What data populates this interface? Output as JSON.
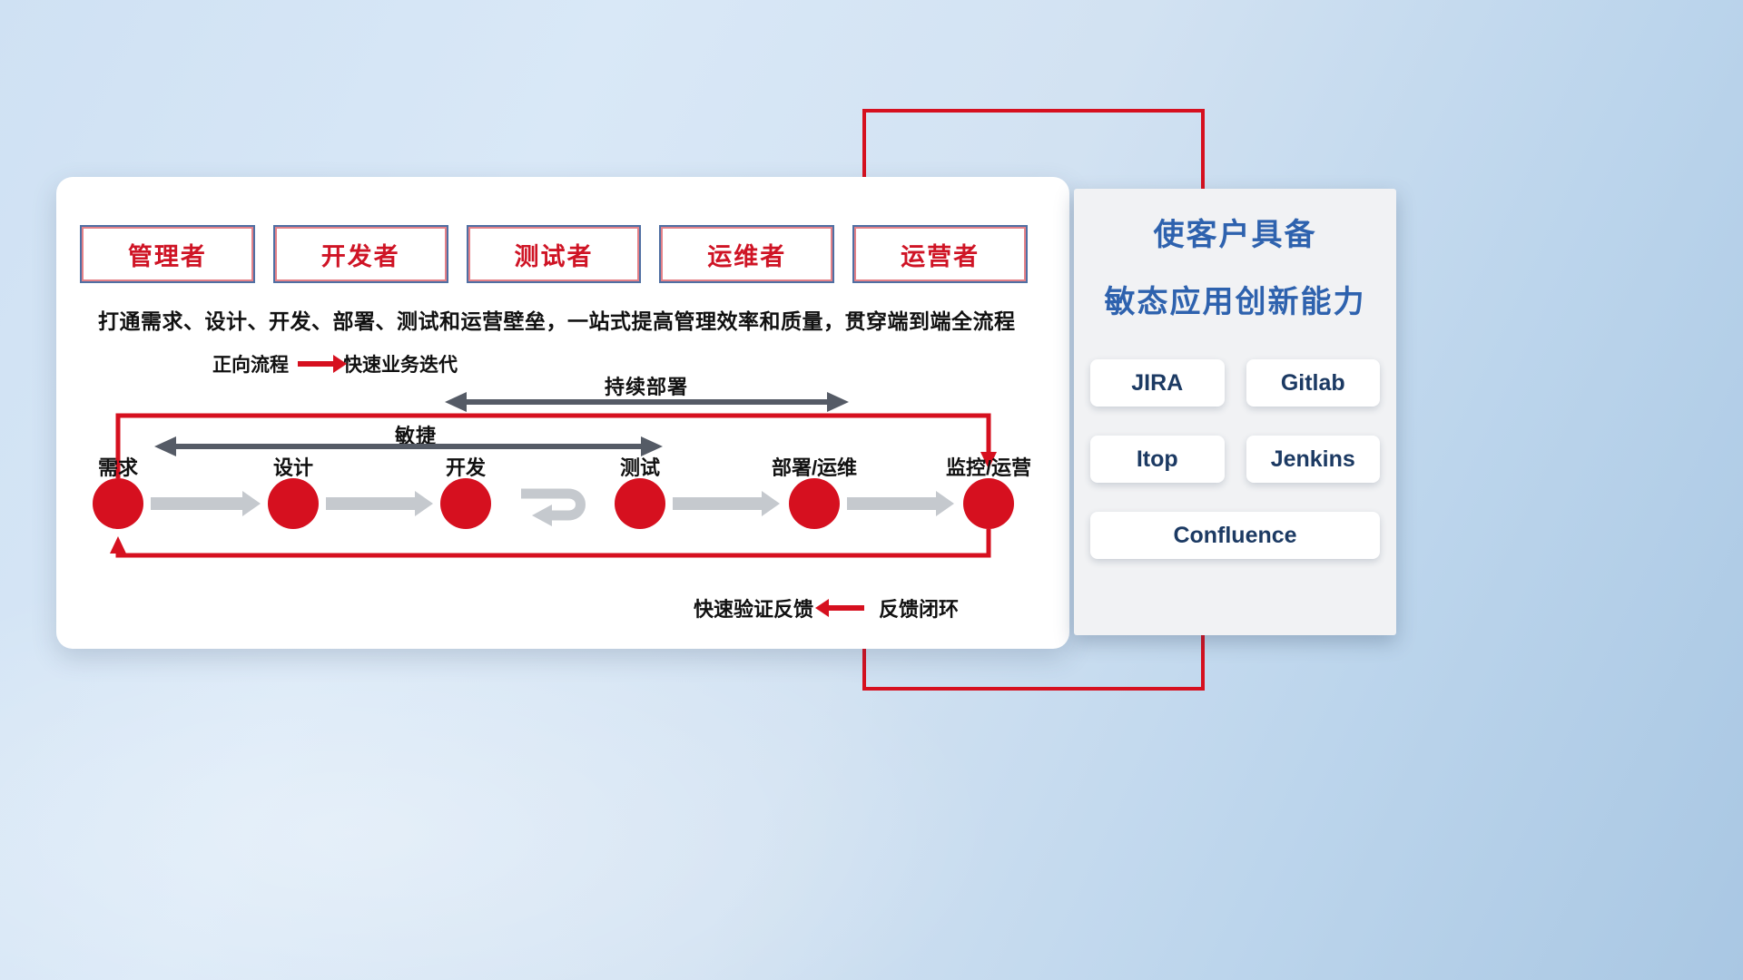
{
  "roles": [
    {
      "label": "管理者"
    },
    {
      "label": "开发者"
    },
    {
      "label": "测试者"
    },
    {
      "label": "运维者"
    },
    {
      "label": "运营者"
    }
  ],
  "headline": "打通需求、设计、开发、部署、测试和运营壁垒，一站式提高管理效率和质量，贯穿端到端全流程",
  "legend_forward": {
    "label": "正向流程",
    "value": "快速业务迭代"
  },
  "spans": {
    "continuous_deploy": "持续部署",
    "agile": "敏捷"
  },
  "nodes": [
    {
      "label": "需求"
    },
    {
      "label": "设计"
    },
    {
      "label": "开发"
    },
    {
      "label": "测试"
    },
    {
      "label": "部署/运维"
    },
    {
      "label": "监控/运营"
    }
  ],
  "legend_feedback": {
    "label": "快速验证反馈",
    "value": "反馈闭环"
  },
  "tools_panel": {
    "title_line1": "使客户具备",
    "title_line2": "敏态应用创新能力",
    "tools": [
      "JIRA",
      "Gitlab",
      "Itop",
      "Jenkins",
      "Confluence"
    ]
  },
  "colors": {
    "red": "#d6101f",
    "blue_title": "#2e62ae",
    "dark_arrow": "#555b66",
    "gray_arrow": "#c5c9ce",
    "navy_text": "#1c3a63"
  }
}
